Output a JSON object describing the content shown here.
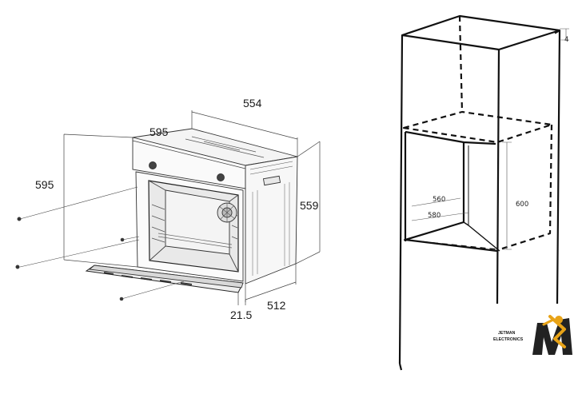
{
  "oven": {
    "dims": {
      "width_top": "554",
      "height_front": "595",
      "width_front": "595",
      "height_side": "559",
      "depth": "512",
      "door_offset": "21.5"
    }
  },
  "niche": {
    "dims": {
      "top_gap": "4",
      "depth_inner": "560",
      "depth_outer": "580",
      "height_opening": "600"
    }
  },
  "logo": {
    "line1": "JETMAN",
    "line2": "ELECTRONICS",
    "colors": {
      "gold": "#e8a317",
      "dark": "#222222"
    }
  }
}
